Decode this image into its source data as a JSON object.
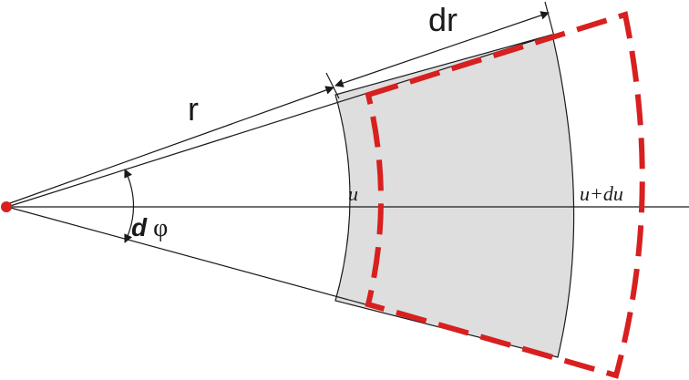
{
  "labels": {
    "r": "r",
    "dr": "dr",
    "u": "u",
    "u_plus_du": "u+du",
    "dphi_d": "d",
    "dphi_phi": "φ"
  },
  "colors": {
    "element_fill": "#dedede",
    "outline": "#1a1a1a",
    "deformed": "#d7201f",
    "origin": "#d7201f"
  }
}
